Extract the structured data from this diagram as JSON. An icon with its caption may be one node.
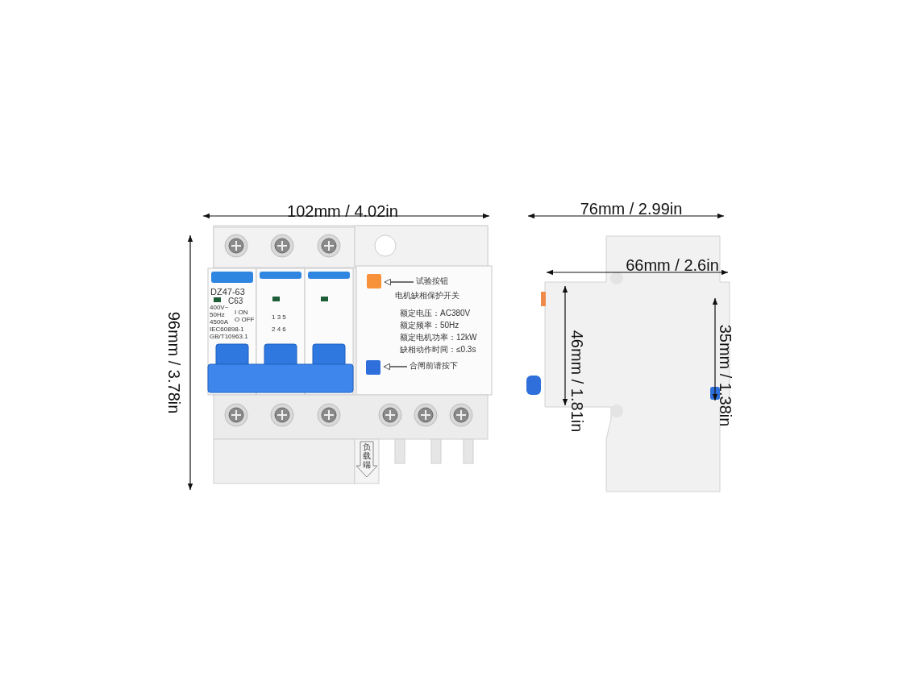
{
  "diagram": {
    "nodes": [
      {
        "text": [],
        "shape": "box"
      },
      {
        "text": [
          "试验按钮"
        ]
      },
      {
        "text": [],
        "shape": "box"
      },
      {
        "text": [
          "合闸前请按下"
        ]
      }
    ],
    "edges": [
      {
        "from": 1,
        "to": 0,
        "arrow": "to"
      },
      {
        "from": 3,
        "to": 2,
        "arrow": "to"
      }
    ],
    "labels": [
      "102mm / 4.02in",
      "96mm / 3.78in",
      "76mm / 2.99in",
      "66mm / 2.6in",
      "46mm / 1.81in",
      "35mm / 1.38in",
      "DZ47-63",
      "C63",
      "400V~",
      "50Hz",
      "4500A",
      "IEC60898-1",
      "GB/T10963.1",
      "I ON",
      "O OFF",
      "1 3 5",
      "2 4 6",
      "电机缺相保护开关",
      "额定电压：AC380V",
      "额定频率：50Hz",
      "额定电机功率：12kW",
      "缺相动作时间：≤0.3s",
      "负载端"
    ]
  }
}
